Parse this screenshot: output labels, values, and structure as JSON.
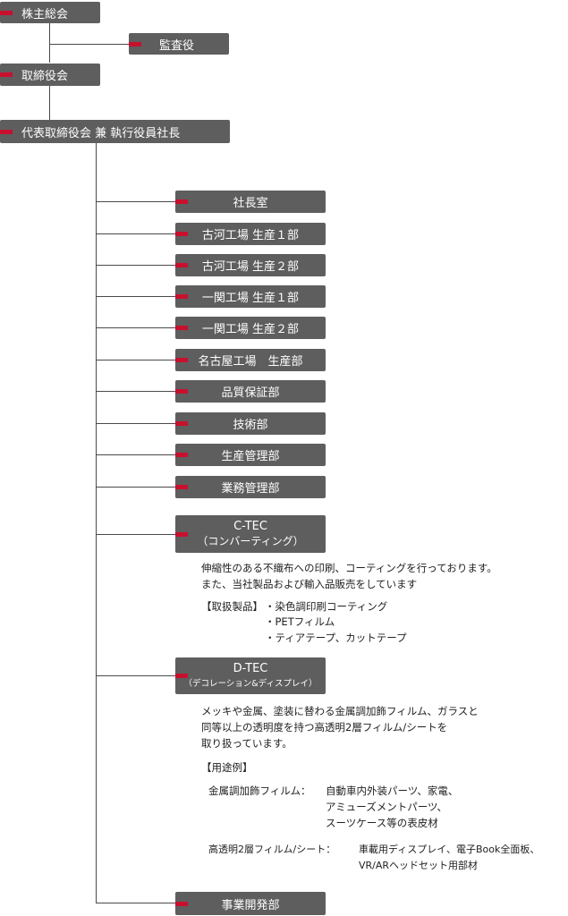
{
  "top": {
    "shareholders": "株主総会",
    "auditor": "監査役",
    "board": "取締役会",
    "president": "代表取締役会 兼 執行役員社長"
  },
  "departments": [
    "社長室",
    "古河工場 生産１部",
    "古河工場 生産２部",
    "一関工場 生産１部",
    "一関工場 生産２部",
    "名古屋工場　生産部",
    "品質保証部",
    "技術部",
    "生産管理部",
    "業務管理部"
  ],
  "ctec": {
    "title": "C-TEC",
    "subtitle": "（コンバーティング）",
    "desc": [
      "伸縮性のある不織布への印刷、コーティングを行っております。",
      "また、当社製品および輸入品販売をしています"
    ],
    "products_label": "【取扱製品】",
    "products": [
      "・染色調印刷コーティング",
      "・PETフィルム",
      "・ティアテープ、カットテープ"
    ]
  },
  "dtec": {
    "title": "D-TEC",
    "subtitle": "（デコレーション&ディスプレイ）",
    "desc": [
      "メッキや金属、塗装に替わる金属調加飾フィルム、ガラスと",
      "同等以上の透明度を持つ高透明2層フィルム/シートを",
      "取り扱っています。"
    ],
    "uses_label": "【用途例】",
    "use1_label": "金属調加飾フィルム：",
    "use1_lines": [
      "自動車内外装パーツ、家電、",
      "アミューズメントパーツ、",
      "スーツケース等の表皮材"
    ],
    "use2_label": "高透明2層フィルム/シート：",
    "use2_lines": [
      "車載用ディスプレイ、電子Book全面板、",
      "VR/ARヘッドセット用部材"
    ]
  },
  "last": "事業開発部",
  "colors": {
    "box": "#5f5e5e",
    "accent": "#c8102e",
    "line": "#4a4a4a"
  }
}
